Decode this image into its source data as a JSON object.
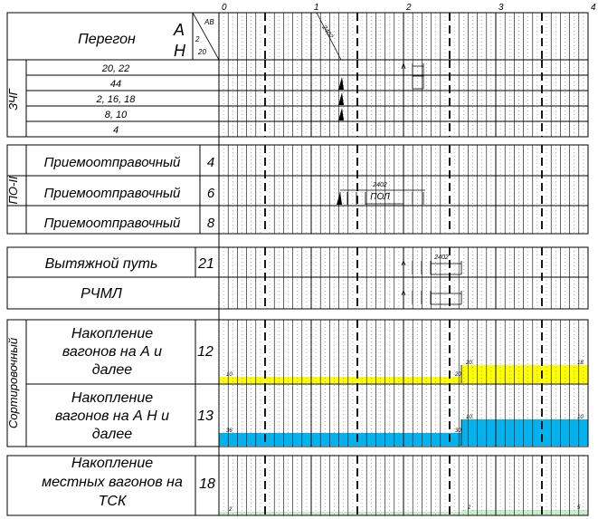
{
  "axis": {
    "ticks": [
      "0",
      "1",
      "2",
      "3",
      "4"
    ]
  },
  "header": {
    "title": "Перегон",
    "letter_a": "А",
    "letter_n": "Н",
    "small_top": "АВ",
    "small_left": "2",
    "small_bottom": "20",
    "diag_label": "2402"
  },
  "section_zchg": {
    "side_label": "ЗЧГ",
    "tracks": [
      "20, 22",
      "44",
      "2, 16, 18",
      "8, 10",
      "4"
    ]
  },
  "section_po": {
    "side_label": "ПО-II",
    "rows": [
      {
        "name": "Приемоотправочный",
        "num": "4"
      },
      {
        "name": "Приемоотправочный",
        "num": "6"
      },
      {
        "name": "Приемоотправочный",
        "num": "8"
      }
    ],
    "op_text": "ПОЛ",
    "op_code": "2402"
  },
  "section_vyt": {
    "rows": [
      {
        "name": "Вытяжной путь",
        "num": "21"
      },
      {
        "name": "РЧМЛ",
        "num": ""
      }
    ],
    "op_code": "2402"
  },
  "section_sort": {
    "side_label": "Сортировочный",
    "rows": [
      {
        "lines": [
          "Накопление",
          "вагонов на А и",
          "далее"
        ],
        "num": "12",
        "bar_color": "#ffff00",
        "start_val": "10",
        "jump_val": "20",
        "next_val": "20",
        "end_val": "18"
      },
      {
        "lines": [
          "Накопление",
          "вагонов на А Н и",
          "далее"
        ],
        "num": "13",
        "bar_color": "#00b4f0",
        "start_val": "36",
        "jump_val": "30",
        "next_val": "10",
        "end_val": "10"
      }
    ]
  },
  "section_local": {
    "rows": [
      {
        "lines": [
          "Накопление",
          "местных вагонов на",
          "ТСК"
        ],
        "num": "18",
        "bar_color": "#c8f0c8",
        "start_val": "2",
        "next_val": "2",
        "end_val": "5"
      }
    ]
  }
}
